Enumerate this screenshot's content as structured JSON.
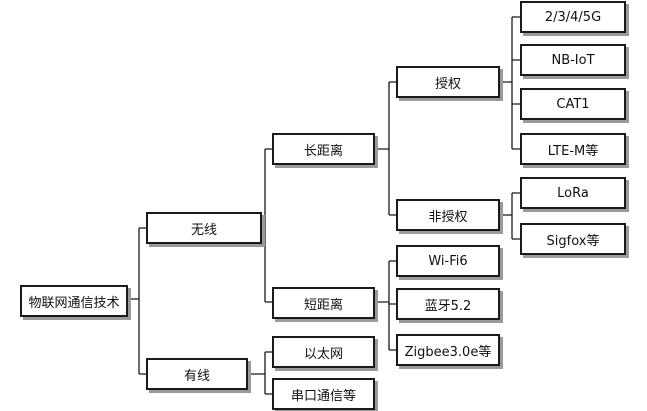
{
  "root": {
    "label": "物联网通信技术"
  },
  "wireless": {
    "label": "无线",
    "long_range": {
      "label": "长距离",
      "licensed": {
        "label": "授权",
        "items": [
          "2/3/4/5G",
          "NB-IoT",
          "CAT1",
          "LTE-M等"
        ]
      },
      "unlicensed": {
        "label": "非授权",
        "items": [
          "LoRa",
          "Sigfox等"
        ]
      }
    },
    "short_range": {
      "label": "短距离",
      "items": [
        "Wi-Fi6",
        "蓝牙5.2",
        "Zigbee3.0e等"
      ]
    }
  },
  "wired": {
    "label": "有线",
    "items": [
      "以太网",
      "串口通信等"
    ]
  }
}
